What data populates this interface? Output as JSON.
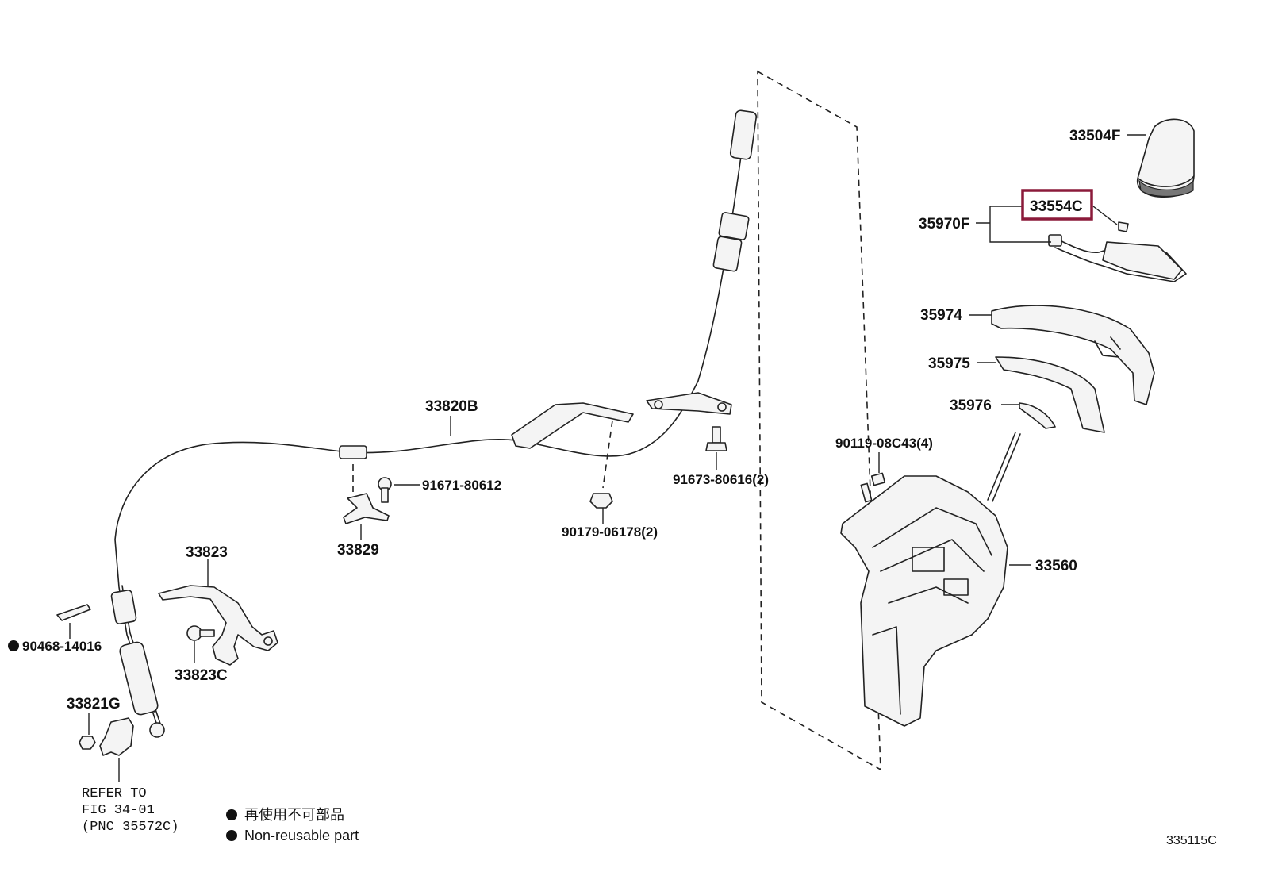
{
  "labels": {
    "p33504F": "33504F",
    "p33554C": "33554C",
    "p35970F": "35970F",
    "p35974": "35974",
    "p35975": "35975",
    "p35976": "35976",
    "p90119": "90119-08C43(4)",
    "p33560": "33560",
    "p33820B": "33820B",
    "p91671": "91671-80612",
    "p91673": "91673-80616(2)",
    "p90179": "90179-06178(2)",
    "p33829": "33829",
    "p33823": "33823",
    "p33823C": "33823C",
    "p90468": "90468-14016",
    "p33821G": "33821G"
  },
  "refer": {
    "line1": "REFER TO",
    "line2": "FIG 34-01",
    "line3": "(PNC 35572C)"
  },
  "legend": {
    "jp": "再使用不可部品",
    "en": "Non-reusable part"
  },
  "figure_id": "335115C",
  "highlight_color": "#8b1a3a"
}
